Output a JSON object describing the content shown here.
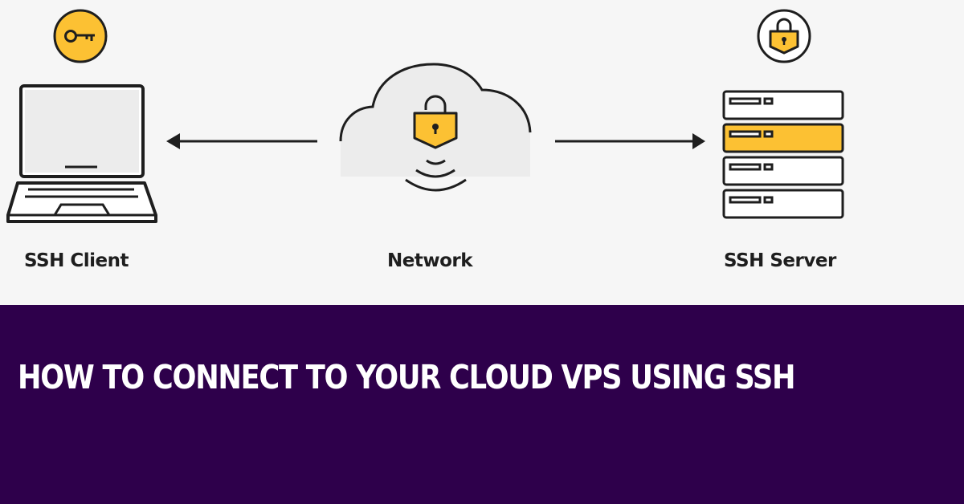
{
  "diagram": {
    "nodes": [
      {
        "id": "client",
        "label": "SSH Client",
        "badge_icon": "key-icon"
      },
      {
        "id": "network",
        "label": "Network",
        "badge_icon": "padlock-icon"
      },
      {
        "id": "server",
        "label": "SSH Server",
        "badge_icon": "padlock-icon"
      }
    ],
    "edges": [
      {
        "from": "network",
        "to": "client",
        "direction": "left"
      },
      {
        "from": "network",
        "to": "server",
        "direction": "right"
      }
    ],
    "colors": {
      "accent": "#fcc133",
      "stroke": "#1e1e1e",
      "background": "#f6f6f6",
      "banner": "#2e004b",
      "fill_light": "#ececec"
    }
  },
  "banner": {
    "title": "HOW TO CONNECT TO YOUR CLOUD VPS USING SSH"
  }
}
